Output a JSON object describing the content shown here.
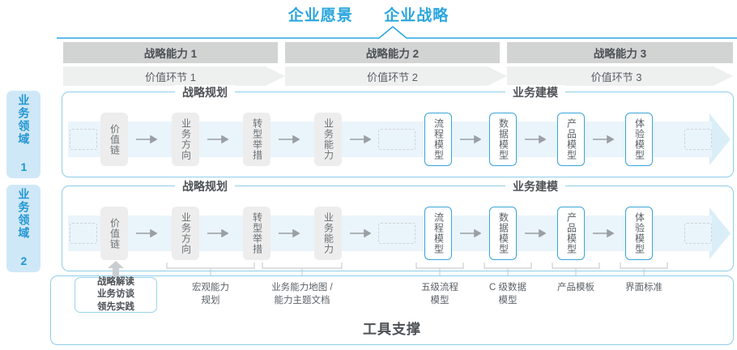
{
  "header": {
    "vision_title": "企业愿景",
    "strategy_title": "企业战略",
    "accent_color": "#2ba6de"
  },
  "capabilities": [
    {
      "label": "战略能力 1"
    },
    {
      "label": "战略能力 2"
    },
    {
      "label": "战略能力 3"
    }
  ],
  "value_stages": [
    {
      "label": "价值环节 1"
    },
    {
      "label": "价值环节 2"
    },
    {
      "label": "价值环节 3"
    }
  ],
  "domains": [
    {
      "label": "业务领域 1"
    },
    {
      "label": "业务领域 2"
    }
  ],
  "sections": {
    "planning_title": "战略规划",
    "modeling_title": "业务建模"
  },
  "row1": {
    "planning_nodes": [
      {
        "label": "价值链"
      },
      {
        "label": "业务方向"
      },
      {
        "label": "转型举措"
      },
      {
        "label": "业务能力"
      }
    ],
    "modeling_nodes": [
      {
        "label": "流程模型"
      },
      {
        "label": "数据模型"
      },
      {
        "label": "产品模型"
      },
      {
        "label": "体验模型"
      }
    ]
  },
  "row2": {
    "planning_nodes": [
      {
        "label": "价值链"
      },
      {
        "label": "业务方向"
      },
      {
        "label": "转型举措"
      },
      {
        "label": "业务能力"
      }
    ],
    "modeling_nodes": [
      {
        "label": "流程模型"
      },
      {
        "label": "数据模型"
      },
      {
        "label": "产品模型"
      },
      {
        "label": "体验模型"
      }
    ]
  },
  "tools": {
    "title": "工具支撑",
    "interview_box": [
      "战略解读",
      "业务访谈",
      "领先实践"
    ],
    "labels": [
      {
        "text": "宏观能力\n规划"
      },
      {
        "text": "业务能力地图 /\n能力主题文档"
      },
      {
        "text": "五级流程\n模型"
      },
      {
        "text": "C 级数据\n模型"
      },
      {
        "text": "产品模板"
      },
      {
        "text": "界面标准"
      }
    ]
  }
}
